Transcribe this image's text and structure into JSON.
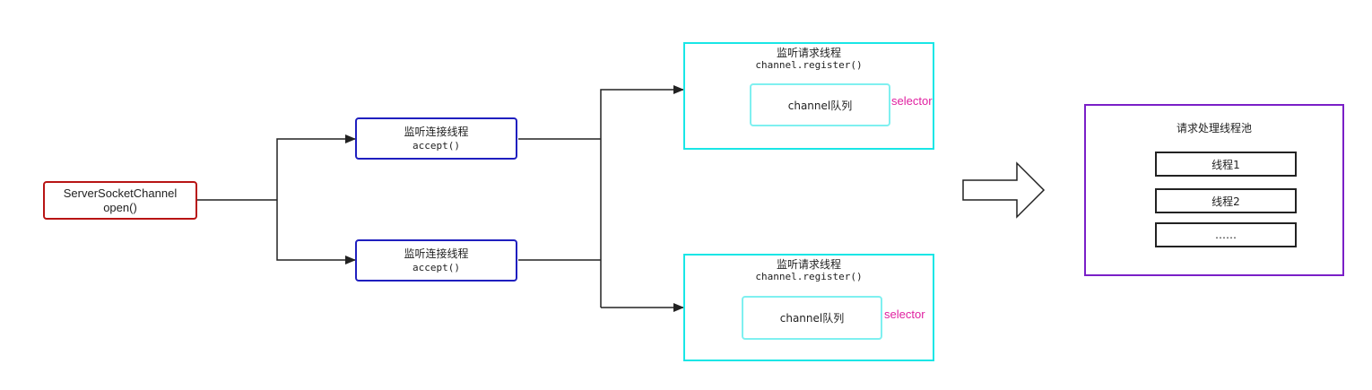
{
  "server": {
    "line1": "ServerSocketChannel",
    "line2": "open()"
  },
  "acceptors": [
    {
      "title": "监听连接线程",
      "method": "accept()"
    },
    {
      "title": "监听连接线程",
      "method": "accept()"
    }
  ],
  "listeners": [
    {
      "title": "监听请求线程",
      "method": "channel.register()",
      "queue": "channel队列",
      "selector": "selector"
    },
    {
      "title": "监听请求线程",
      "method": "channel.register()",
      "queue": "channel队列",
      "selector": "selector"
    }
  ],
  "pool": {
    "title": "请求处理线程池",
    "items": [
      "线程1",
      "线程2",
      "……"
    ]
  },
  "colors": {
    "server_border": "#b81414",
    "acceptor_border": "#1f1fbf",
    "listener_border": "#19e6e6",
    "queue_border": "#7ff0f0",
    "selector_text": "#e020a0",
    "pool_border": "#7a1fc7",
    "connector": "#222222"
  }
}
